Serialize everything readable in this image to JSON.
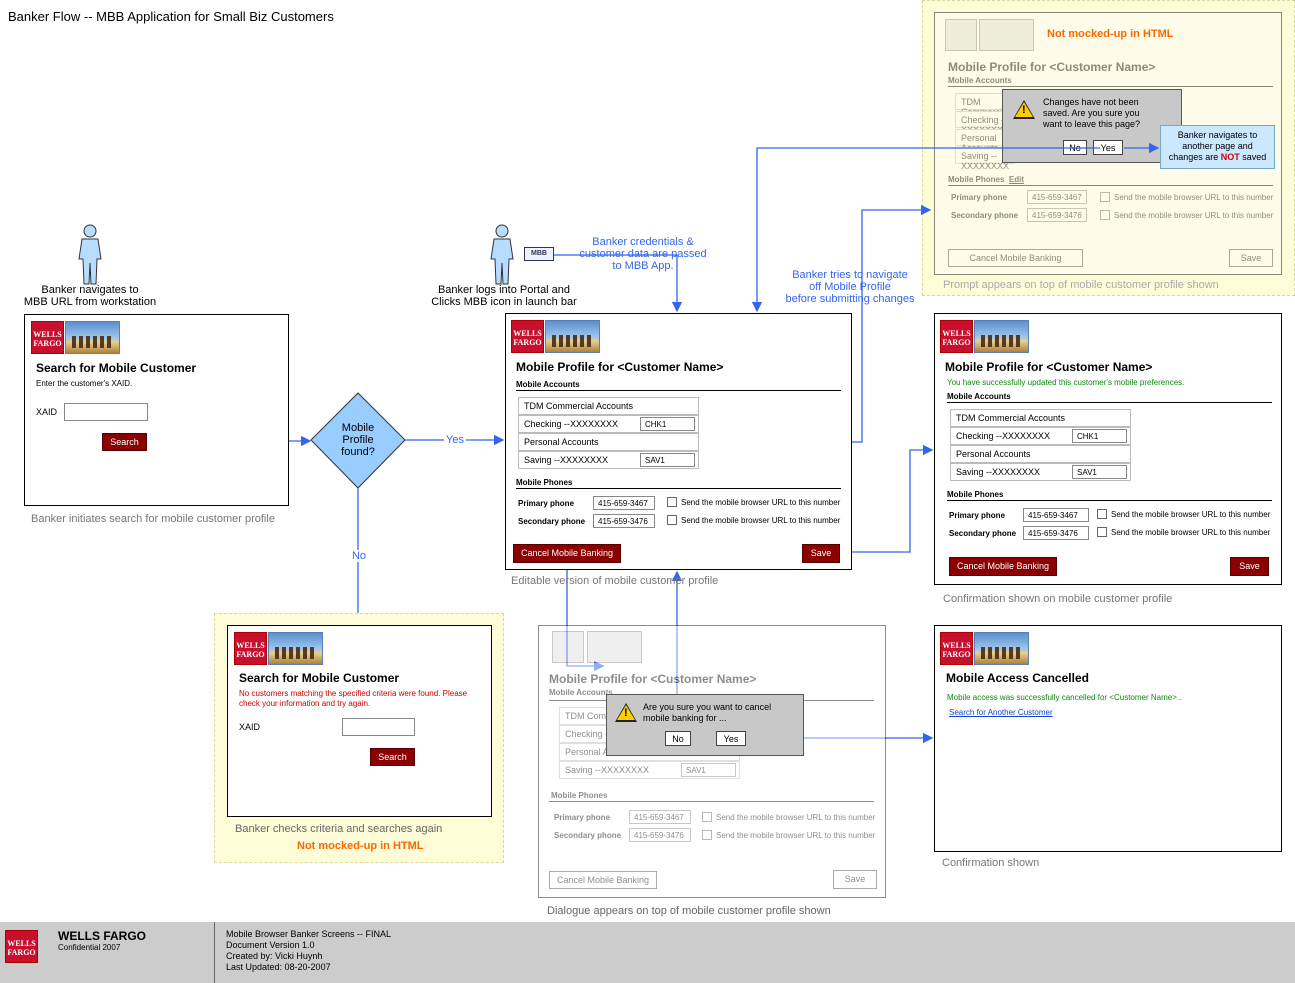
{
  "title": "Banker Flow -- MBB Application for Small Biz Customers",
  "logo": {
    "line1": "WELLS",
    "line2": "FARGO"
  },
  "search_screen": {
    "heading": "Search for Mobile Customer",
    "instruction": "Enter the customer's XAID.",
    "xaid_label": "XAID",
    "search_button": "Search",
    "caption": "Banker initiates search for mobile customer profile"
  },
  "banker_navigates": "Banker navigates to\nMBB URL from workstation",
  "banker_portal": "Banker logs into Portal and\nClicks MBB icon in launch bar",
  "mbb_icon": "MBB",
  "credentials_note": "Banker credentials &\ncustomer data are passed\nto MBB App.",
  "decision": {
    "text": "Mobile\nProfile\nfound?",
    "yes": "Yes",
    "no": "No"
  },
  "profile": {
    "heading": "Mobile Profile for <Customer Name>",
    "accounts_heading": "Mobile Accounts",
    "accounts": [
      {
        "label": "TDM Commercial Accounts",
        "nick": ""
      },
      {
        "label": "Checking --XXXXXXXX",
        "nick": "CHK1"
      },
      {
        "label": "Personal Accounts",
        "nick": ""
      },
      {
        "label": "Saving --XXXXXXXX",
        "nick": "SAV1"
      }
    ],
    "phones_heading": "Mobile Phones",
    "edit_link": "Edit",
    "primary_label": "Primary phone",
    "primary_value": "415-659-3467",
    "secondary_label": "Secondary phone",
    "secondary_value": "415-659-3476",
    "send_url": "Send the mobile browser URL to this number",
    "cancel_button": "Cancel Mobile Banking",
    "save_button": "Save",
    "caption": "Editable version of mobile customer profile"
  },
  "navigate_off": "Banker tries to navigate\noff Mobile Profile\nbefore submitting changes",
  "unsaved_prompt": {
    "not_mocked": "Not mocked-up in HTML",
    "message": "Changes have not been\nsaved. Are you sure you\nwant to leave this page?",
    "no": "No",
    "yes": "Yes",
    "callout": "Banker navigates to\nanother page and\nchanges are",
    "callout_not": "NOT",
    "callout_end": "saved",
    "caption": "Prompt appears on top of mobile customer profile shown"
  },
  "confirmation": {
    "message": "You have successfully updated this customer's mobile preferences.",
    "caption": "Confirmation shown on mobile customer profile"
  },
  "not_found": {
    "message": "No customers matching the specified criteria were found. Please check your information and try again.",
    "caption": "Banker checks criteria and searches again",
    "not_mocked": "Not mocked-up in HTML"
  },
  "cancel_dialog": {
    "message": "Are you sure you want to cancel\nmobile banking for ...",
    "no": "No",
    "yes": "Yes",
    "caption": "Dialogue appears on top of mobile customer profile shown"
  },
  "cancelled": {
    "heading": "Mobile Access Cancelled",
    "message": "Mobile access was successfully cancelled for <Customer Name>..",
    "link": "Search for Another Customer",
    "caption": "Confirmation shown"
  },
  "footer": {
    "company": "WELLS FARGO",
    "confidential": "Confidential 2007",
    "doc_title": "Mobile Browser Banker Screens -- FINAL",
    "version": "Document Version 1.0",
    "created": "Created by: Vicki Huynh",
    "updated": "Last Updated: 08-20-2007"
  },
  "colors": {
    "flow_arrow": "#3366ee",
    "brand_red": "#c8102e",
    "button_red": "#8b0000",
    "decision_fill": "#99ccff"
  }
}
